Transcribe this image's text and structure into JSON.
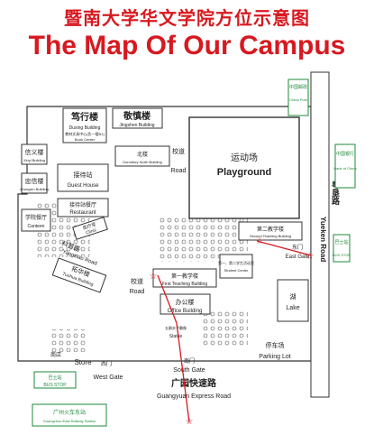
{
  "title": {
    "cn": "暨南大学华文学院方位示意图",
    "en": "The Map Of Our Campus"
  },
  "colors": {
    "title": "#d71920",
    "route": "#d71920",
    "green_label": "#1e8a3a",
    "outline": "#333333"
  },
  "buildings": {
    "duxing": {
      "cn": "笃行楼",
      "en": "Duxing Building"
    },
    "jingshen": {
      "cn": "敬慎楼",
      "en": "Jingshen Building"
    },
    "bookcenter": {
      "cn": "教材文具中心(负一楼B1)",
      "en": "Book Center"
    },
    "xinyi": {
      "cn": "信义楼",
      "en": "Xinyi Building"
    },
    "zhongxin": {
      "cn": "忠信楼",
      "en": "Zhongxin Building"
    },
    "guesthouse": {
      "cn": "接待站",
      "en": "Guest House"
    },
    "restaurant": {
      "cn": "接待站餐厅",
      "en": "Restaurant"
    },
    "canteen": {
      "cn": "学院餐厅",
      "en": "Canteen"
    },
    "dorm_north": {
      "cn": "北楼",
      "en": "Dormitory North Building"
    },
    "playground": {
      "cn": "运动场",
      "en": "Playground"
    },
    "second_teaching": {
      "cn": "第二教学楼",
      "en": "Second Teaching Building"
    },
    "clinic": {
      "cn": "医疗室",
      "en": "Clinic"
    },
    "tuohua": {
      "cn": "拓华楼",
      "en": "Tuohua Building"
    },
    "first_teaching": {
      "cn": "第一教学楼",
      "en": "First Teaching Building"
    },
    "office": {
      "cn": "办公楼",
      "en": "Office Building"
    },
    "statue": {
      "cn": "五爵夫子雕像",
      "en": "Statue"
    },
    "jt_center": {
      "cn": "第一、第二学生活动室",
      "en": "Student Center"
    },
    "lake": {
      "cn": "湖",
      "en": "Lake"
    },
    "parking": {
      "cn": "停车场",
      "en": "Parking Lot"
    },
    "store": {
      "cn": "商店",
      "en": "Store"
    }
  },
  "roads": {
    "xiaoyou_1": {
      "cn": "校道",
      "en": "Road"
    },
    "xiaoyou_2": {
      "cn": "校道",
      "en": "Road"
    },
    "yangxiao": {
      "cn": "科普路",
      "en": "Yangxiao Road"
    },
    "yuelan": {
      "cn": "粤垦路",
      "en": "Yueken Road"
    },
    "guangyuan": {
      "cn": "广园快速路",
      "en": "Guangyuan Express Road"
    }
  },
  "gates": {
    "west": {
      "cn": "西门",
      "en": "West Gate"
    },
    "south": {
      "cn": "南门",
      "en": "South Gate"
    },
    "east": {
      "cn": "东门",
      "en": "East Gate"
    }
  },
  "external": {
    "china_post": {
      "cn": "中国邮政",
      "en": "China Post"
    },
    "boc": {
      "cn": "中国银行",
      "en": "Bank of China"
    },
    "bus_stop_west": {
      "cn": "巴士站",
      "en": "BUS STOP"
    },
    "bus_stop_east": {
      "cn": "巴士站",
      "en": "BUS STOP"
    },
    "railway": {
      "cn": "广州火车东站",
      "en": "Guangzhou East Railway Station"
    }
  }
}
